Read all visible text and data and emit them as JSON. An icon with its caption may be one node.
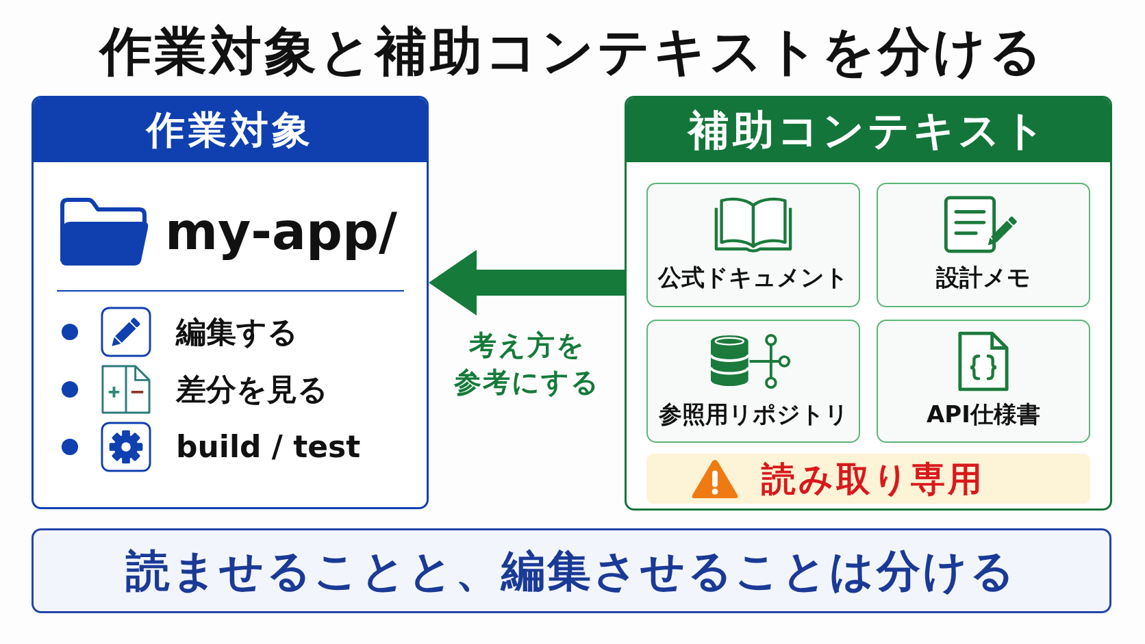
{
  "diagram": {
    "title": "作業対象と補助コンテキストを分ける",
    "nodes": [
      {
        "text": [
          "作業対象",
          "my-app/",
          "編集する",
          "差分を見る",
          "build / test"
        ]
      },
      {
        "text": [
          "補助コンテキスト"
        ]
      },
      {
        "text": [
          "公式ドキュメント"
        ],
        "in": 1
      },
      {
        "text": [
          "設計メモ"
        ],
        "in": 1
      },
      {
        "text": [
          "参照用リポジトリ"
        ],
        "in": 1
      },
      {
        "text": [
          "API仕様書"
        ],
        "in": 1
      },
      {
        "text": [
          "読み取り専用"
        ],
        "in": 1
      },
      {
        "text": [
          "読ませることと、編集させることは分ける"
        ]
      }
    ],
    "edges": [
      {
        "from": 1,
        "to": 0,
        "arrow": "to",
        "label": "考え方を参考にする"
      }
    ]
  }
}
